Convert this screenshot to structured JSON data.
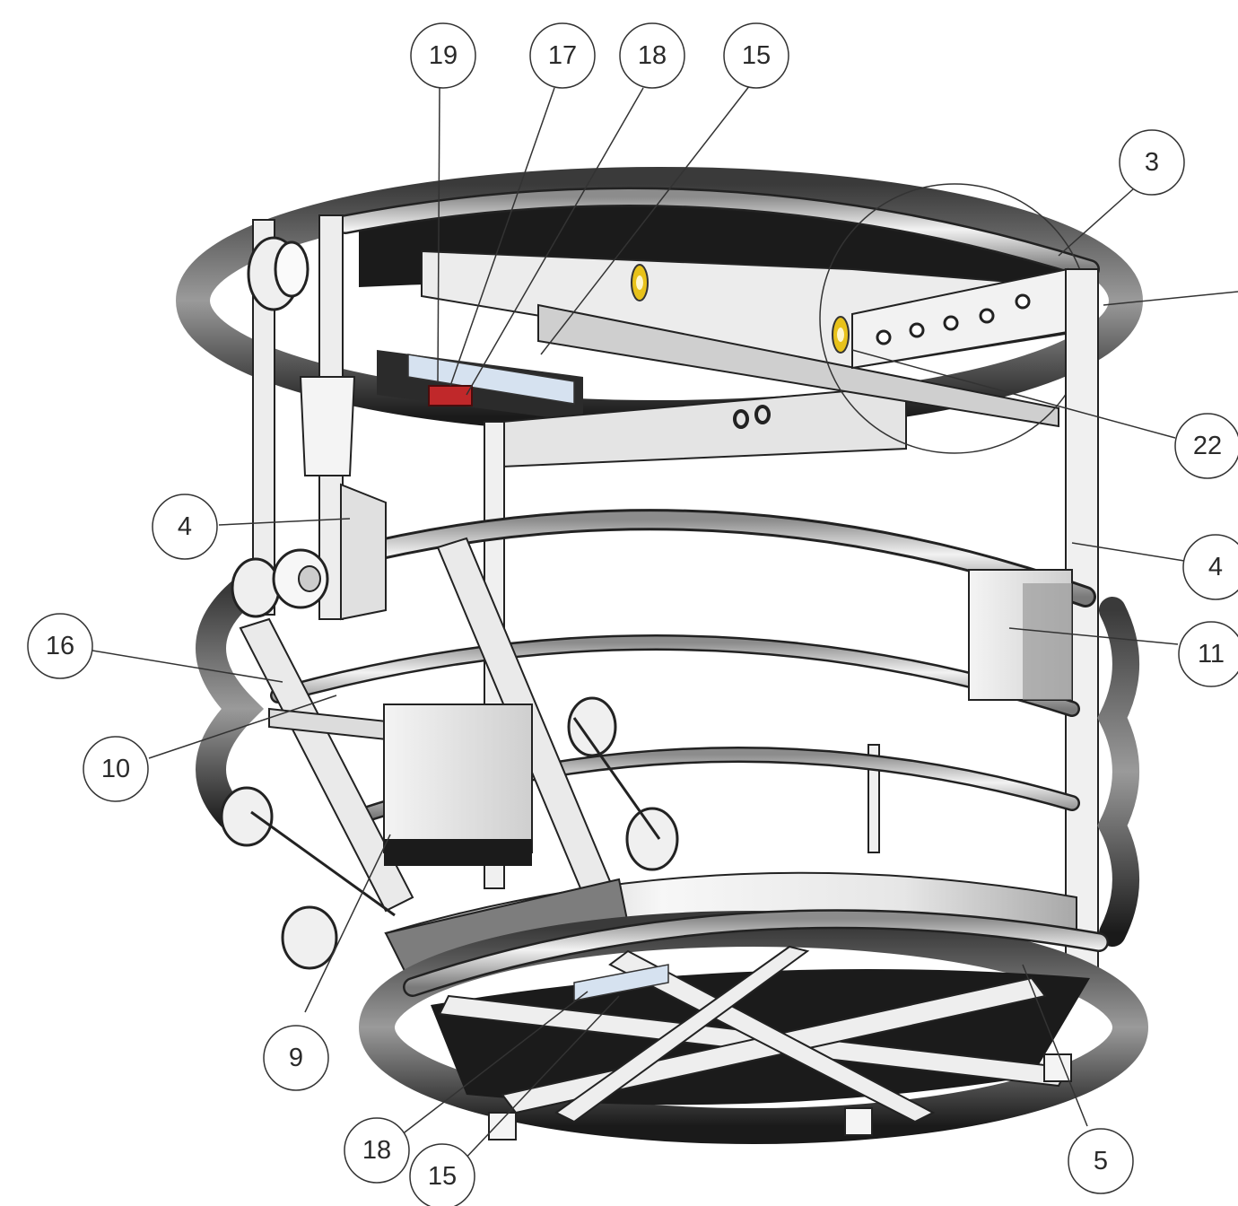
{
  "callouts": [
    {
      "id": "c19",
      "text": "19"
    },
    {
      "id": "c17",
      "text": "17"
    },
    {
      "id": "c18a",
      "text": "18"
    },
    {
      "id": "c15a",
      "text": "15"
    },
    {
      "id": "c3",
      "text": "3"
    },
    {
      "id": "c22",
      "text": "22"
    },
    {
      "id": "c4a",
      "text": "4"
    },
    {
      "id": "c4b",
      "text": "4"
    },
    {
      "id": "c11",
      "text": "11"
    },
    {
      "id": "c16",
      "text": "16"
    },
    {
      "id": "c10",
      "text": "10"
    },
    {
      "id": "c9",
      "text": "9"
    },
    {
      "id": "c18b",
      "text": "18"
    },
    {
      "id": "c15b",
      "text": "15"
    },
    {
      "id": "c5",
      "text": "5"
    }
  ],
  "colors": {
    "rail": "#d9d9d9",
    "rail_outline": "#222222",
    "dark_fill": "#1b1b1b",
    "frame": "#e8e8e8",
    "accent_yellow": "#e8c21a",
    "accent_red": "#c0282a",
    "glass": "#d6e2f0"
  }
}
